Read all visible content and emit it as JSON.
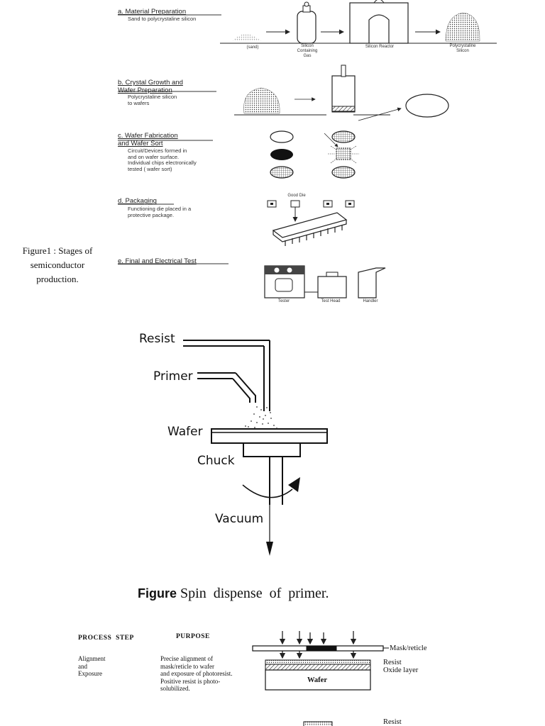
{
  "figure1": {
    "caption": "Figure1 : Stages of semiconductor production.",
    "stages": [
      {
        "title": "a. Material Preparation",
        "desc": "Sand to polycrystaline silicon"
      },
      {
        "title": "b. Crystal Growth and\nWafer Preparation",
        "desc": "Polycrystaline silicon\nto wafers"
      },
      {
        "title": "c. Wafer Fabrication\nand Wafer Sort",
        "desc": "Circuit/Devices formed in\nand on wafer surface.\nIndividual chips electronically\ntested ( wafer sort)"
      },
      {
        "title": "d. Packaging",
        "desc": "Functioning die placed in a\nprotective package."
      },
      {
        "title": "e. Final and Electrical Test",
        "desc": ""
      }
    ],
    "material_labels": {
      "sand": "(sand)",
      "gas": "Silicon\nContaining\nGas",
      "reactor": "Silicon Reactor",
      "poly": "Polycrystaline\nSilicon"
    },
    "packaging_label": "Good Die",
    "test_labels": {
      "tester": "Tester",
      "head": "Test Head",
      "handler": "Handler"
    }
  },
  "figure2": {
    "labels": {
      "resist": "Resist",
      "primer": "Primer",
      "wafer": "Wafer",
      "chuck": "Chuck",
      "vacuum": "Vacuum"
    },
    "caption_word": "Figure",
    "caption_text": "Spin  dispense  of  primer."
  },
  "process_table": {
    "col_step": "PROCESS  STEP",
    "col_purpose": "PURPOSE",
    "rows": [
      {
        "step": "Alignment\nand\nExposure",
        "purpose": "Precise alignment of\nmask/reticle to wafer\nand exposure of photoresist.\nPositive resist is photo-\nsolubilized."
      }
    ],
    "diagram_labels": {
      "mask": "Mask/reticle",
      "resist": "Resist",
      "oxide": "Oxide layer",
      "wafer": "Wafer",
      "resist2": "Resist"
    }
  }
}
